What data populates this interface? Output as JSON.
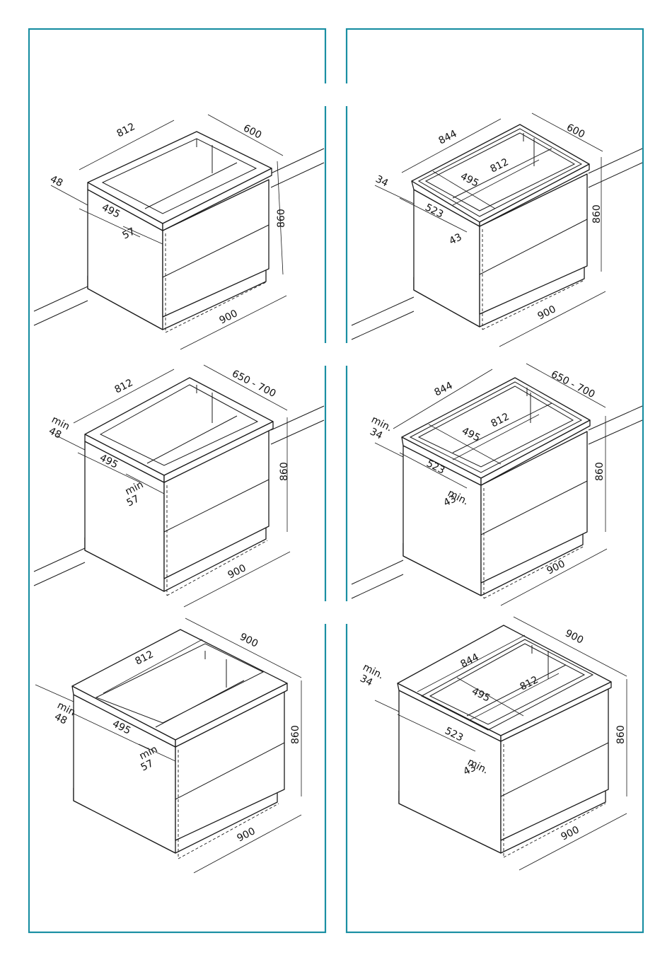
{
  "colors": {
    "frame": "#1a8fa3",
    "line": "#1b1b1b"
  },
  "panels": [
    {
      "labels": {
        "width_top": "812",
        "depth": "600",
        "offset": "48",
        "inner": "495",
        "front": "57",
        "height": "860",
        "width_bottom": "900"
      }
    },
    {
      "labels": {
        "width_outer": "844",
        "depth": "600",
        "offset": "34",
        "inner_a": "495",
        "inner_b": "812",
        "inner_c": "523",
        "front": "43",
        "height": "860",
        "width_bottom": "900"
      }
    },
    {
      "labels": {
        "width_top": "812",
        "depth": "650 - 700",
        "offset_a": "min",
        "offset_b": "48",
        "inner": "495",
        "front_a": "min",
        "front_b": "57",
        "height": "860",
        "width_bottom": "900"
      }
    },
    {
      "labels": {
        "width_outer": "844",
        "depth": "650 - 700",
        "offset_a": "min.",
        "offset_b": "34",
        "inner_a": "495",
        "inner_b": "812",
        "inner_c": "523",
        "front_a": "min.",
        "front_b": "43",
        "height": "860",
        "width_bottom": "900"
      }
    },
    {
      "labels": {
        "width_top": "812",
        "depth": "900",
        "offset_a": "min",
        "offset_b": "48",
        "inner": "495",
        "front_a": "min",
        "front_b": "57",
        "height": "860",
        "width_bottom": "900"
      }
    },
    {
      "labels": {
        "width_outer": "844",
        "depth": "900",
        "offset_a": "min.",
        "offset_b": "34",
        "inner_a": "495",
        "inner_b": "812",
        "inner_c": "523",
        "front_a": "min.",
        "front_b": "43",
        "height": "860",
        "width_bottom": "900"
      }
    }
  ]
}
